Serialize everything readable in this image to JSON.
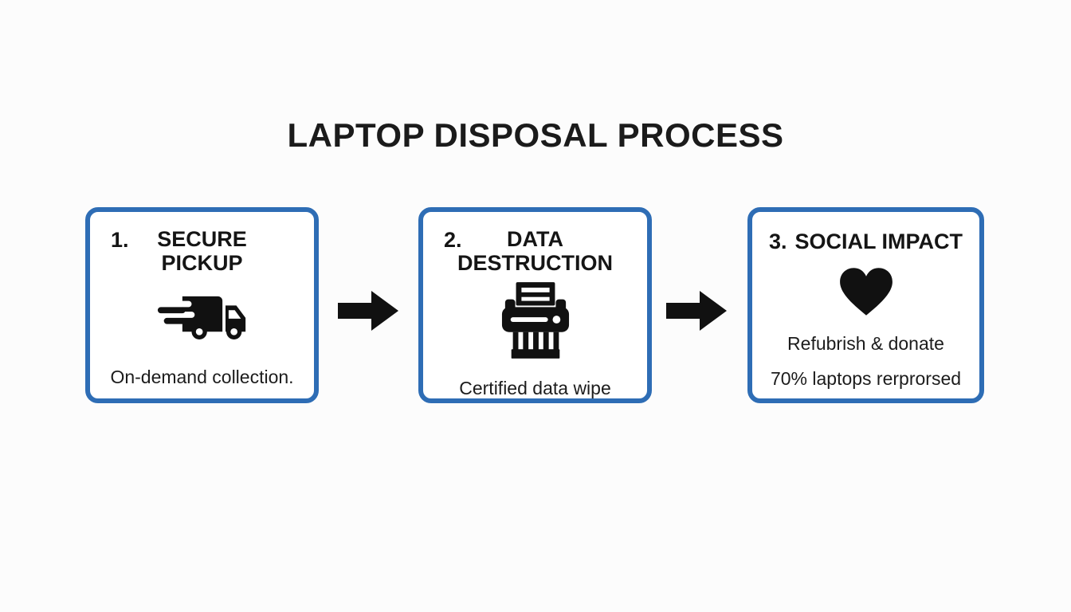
{
  "title": "LAPTOP DISPOSAL PROCESS",
  "colors": {
    "box_border_blue": "#2E6DB5",
    "icon_black": "#111111",
    "heading_text": "#151515",
    "caption_text": "#1C1C1C",
    "background": "#FCFCFC",
    "box_background": "#FFFFFF"
  },
  "steps": [
    {
      "number": "1.",
      "heading": "SECURE\nPICKUP",
      "icon": "truck-icon",
      "caption": "On-demand collection."
    },
    {
      "number": "2.",
      "heading": "DATA\nDESTRUCTION",
      "icon": "shredder-icon",
      "caption": "Certified data wipe"
    },
    {
      "number": "3.",
      "heading": "SOCIAL IMPACT",
      "icon": "heart-icon",
      "caption_line1": "Refubrish & donate",
      "caption_line2": "70% laptops rerprorsed"
    }
  ],
  "arrows": {
    "between_1_2": "arrow-right-icon",
    "between_2_3": "arrow-right-icon"
  }
}
